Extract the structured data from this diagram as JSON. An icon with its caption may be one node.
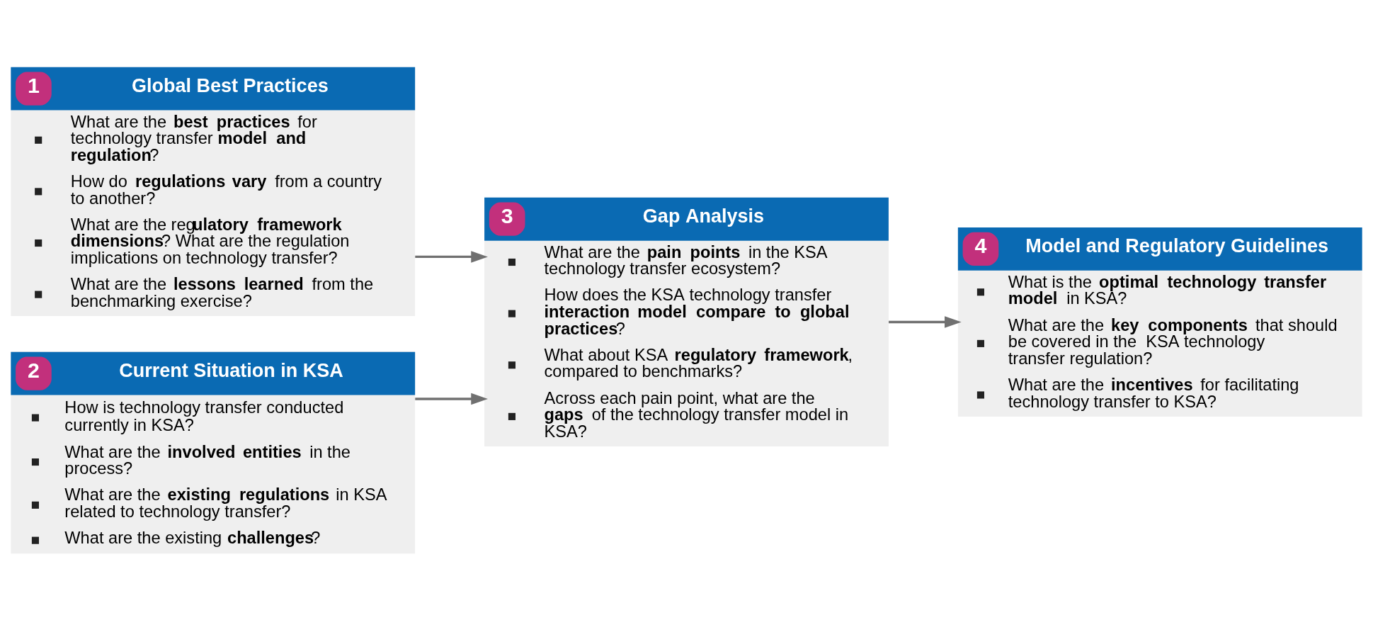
{
  "diagram": {
    "nodes": [
      {
        "text": [
          "1",
          "Global Best Practices",
          "What are the **best practices** for technology transfer **model and regulation**?",
          "How do **regulations vary** from a country to another?",
          "What are the reg**ulatory framework dimensions**? What are the regulation implications on technology transfer?",
          "What are the **lessons learned** from the benchmarking exercise?"
        ]
      },
      {
        "text": [
          "2",
          "Current Situation in KSA",
          "How is technology transfer conducted currently in KSA?",
          "What are the **involved entities** in the process?",
          "What are the **existing regulations** in KSA related to technology transfer?",
          "What are the existing **challenges**?"
        ]
      },
      {
        "text": [
          "3",
          "Gap Analysis",
          "What are the **pain points** in the KSA technology transfer ecosystem?",
          "How does the KSA technology transfer **interaction model compare to global practices**?",
          "What about KSA **regulatory framework**, compared to benchmarks?",
          "Across each pain point, what are the **gaps** of the technology transfer model in KSA?"
        ]
      },
      {
        "text": [
          "4",
          "Model and Regulatory Guidelines",
          "What is the **optimal technology transfer model** in KSA?",
          "What are the **key components** that should be covered in the  KSA technology transfer regulation?",
          "What are the **incentives** for facilitating technology transfer to KSA?"
        ]
      }
    ],
    "edges": [
      {
        "from": 0,
        "to": 2,
        "arrow": "to"
      },
      {
        "from": 1,
        "to": 2,
        "arrow": "to"
      },
      {
        "from": 2,
        "to": 3,
        "arrow": "to"
      }
    ]
  }
}
